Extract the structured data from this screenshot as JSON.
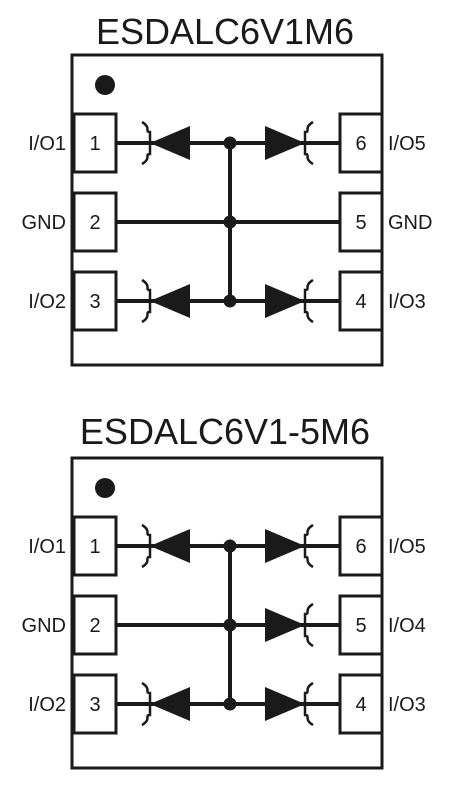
{
  "diagrams": [
    {
      "title": "ESDALC6V1M6",
      "pins": {
        "left": [
          {
            "number": "1",
            "label": "I/O1"
          },
          {
            "number": "2",
            "label": "GND"
          },
          {
            "number": "3",
            "label": "I/O2"
          }
        ],
        "right": [
          {
            "number": "6",
            "label": "I/O5"
          },
          {
            "number": "5",
            "label": "GND"
          },
          {
            "number": "4",
            "label": "I/O3"
          }
        ]
      }
    },
    {
      "title": "ESDALC6V1-5M6",
      "pins": {
        "left": [
          {
            "number": "1",
            "label": "I/O1"
          },
          {
            "number": "2",
            "label": "GND"
          },
          {
            "number": "3",
            "label": "I/O2"
          }
        ],
        "right": [
          {
            "number": "6",
            "label": "I/O5"
          },
          {
            "number": "5",
            "label": "I/O4"
          },
          {
            "number": "4",
            "label": "I/O3"
          }
        ]
      }
    }
  ]
}
